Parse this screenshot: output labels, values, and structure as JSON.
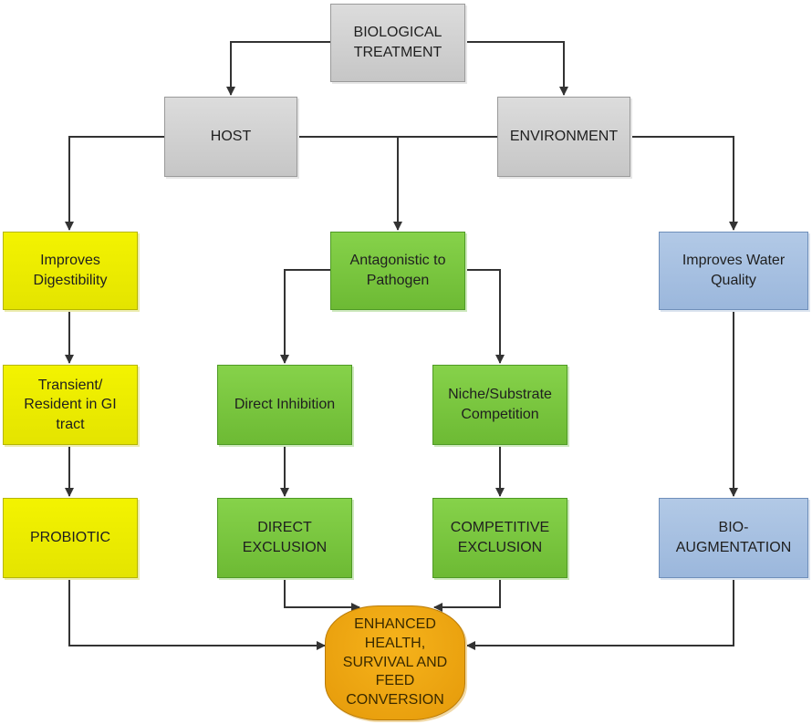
{
  "nodes": {
    "biological_treatment": "BIOLOGICAL\nTREATMENT",
    "host": "HOST",
    "environment": "ENVIRONMENT",
    "improves_digestibility": "Improves\nDigestibility",
    "antagonistic": "Antagonistic to\nPathogen",
    "improves_water": "Improves Water\nQuality",
    "transient": "Transient/\nResident in GI\ntract",
    "direct_inhibition": "Direct Inhibition",
    "niche": "Niche/Substrate\nCompetition",
    "probiotic": "PROBIOTIC",
    "direct_exclusion": "DIRECT\nEXCLUSION",
    "competitive_exclusion": "COMPETITIVE\nEXCLUSION",
    "bioaugmentation": "BIO-\nAUGMENTATION",
    "enhanced": "ENHANCED\nHEALTH,\nSURVIVAL AND\nFEED\nCONVERSION"
  },
  "colors": {
    "host_environment": "#cbcbcb",
    "host_path": "#eaea00",
    "pathogen_path": "#78c23e",
    "environment_path": "#a5bfe0",
    "outcome": "#eea515",
    "connector": "#333333"
  }
}
